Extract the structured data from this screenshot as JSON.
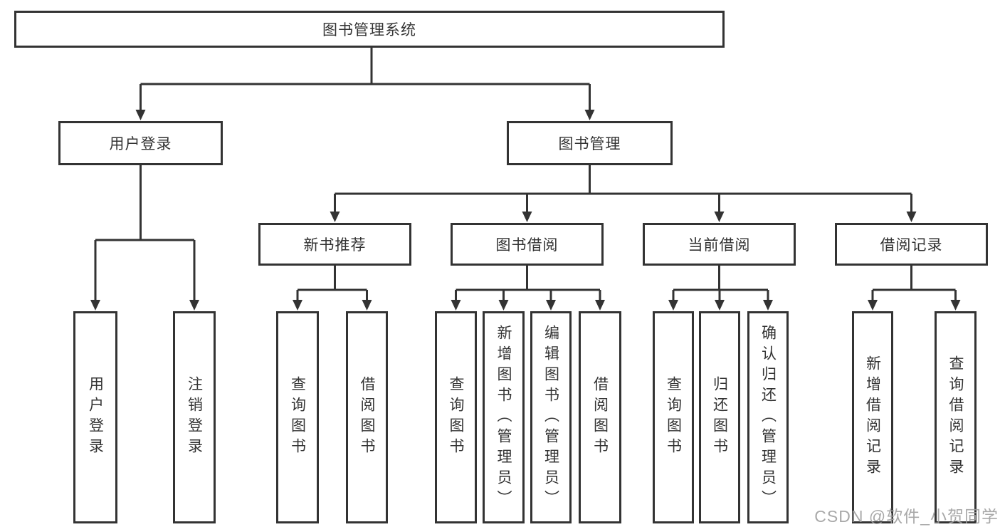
{
  "diagram_title": "图书管理系统",
  "nodes": {
    "root": "图书管理系统",
    "user_login": "用户登录",
    "book_mgmt": "图书管理",
    "new_books": "新书推荐",
    "book_borrow": "图书借阅",
    "current_borrow": "当前借阅",
    "borrow_records": "借阅记录",
    "leaf_user_login": "用户登录",
    "leaf_logout": "注销登录",
    "leaf_nb_query": "查询图书",
    "leaf_nb_borrow": "借阅图书",
    "leaf_bb_query": "查询图书",
    "leaf_bb_add": "新增图书（管理员）",
    "leaf_bb_edit": "编辑图书（管理员）",
    "leaf_bb_borrow": "借阅图书",
    "leaf_cb_query": "查询图书",
    "leaf_cb_return": "归还图书",
    "leaf_cb_confirm": "确认归还（管理员）",
    "leaf_br_add": "新增借阅记录",
    "leaf_br_query": "查询借阅记录"
  },
  "watermark": "CSDN @软件_小贺同学",
  "colors": {
    "line": "#333333",
    "text": "#333333",
    "box_background": "#ffffff",
    "watermark": "#9e9e9e"
  }
}
